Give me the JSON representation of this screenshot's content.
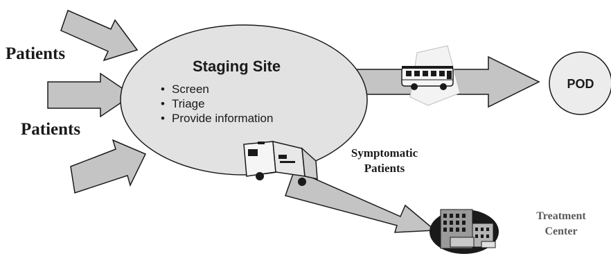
{
  "diagram": {
    "inputs": {
      "label_upper": "Patients",
      "label_lower": "Patients"
    },
    "staging_site": {
      "title": "Staging Site",
      "bullets": [
        "Screen",
        "Triage",
        "Provide information"
      ]
    },
    "pod": {
      "label": "POD"
    },
    "symptomatic": {
      "line1": "Symptomatic",
      "line2": "Patients"
    },
    "treatment_center": {
      "line1": "Treatment",
      "line2": "Center"
    },
    "icons": [
      "bus-icon",
      "ambulance-icon",
      "hospital-icon"
    ],
    "colors": {
      "arrow_fill": "#c4c4c4",
      "ellipse_fill": "#e2e2e2",
      "outline": "#1a1a1a",
      "treatment_text": "#5a5a5a"
    }
  }
}
